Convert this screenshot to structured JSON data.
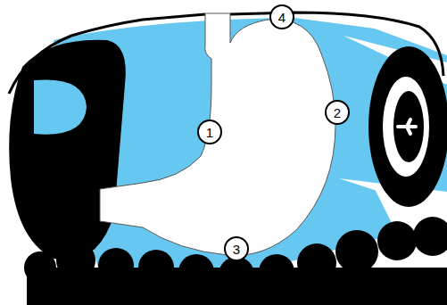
{
  "diagram": {
    "nodes": [
      {
        "text": [
          "4"
        ]
      },
      {
        "text": [
          "1"
        ]
      },
      {
        "text": [
          "2"
        ]
      },
      {
        "text": [
          "3"
        ]
      }
    ]
  }
}
